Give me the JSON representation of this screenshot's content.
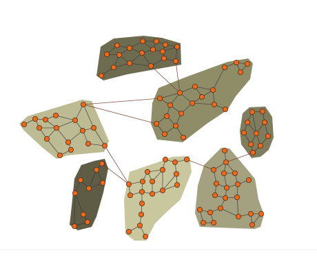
{
  "colors": {
    "background": "#ffffff",
    "node_fill": "#ec6a1e",
    "node_stroke": "#5a2a10",
    "edge": "#3a3a3a",
    "inter_edge": "#7a3b2e"
  },
  "clusters": [
    {
      "name": "cluster-top",
      "color": "#6e6c50"
    },
    {
      "name": "cluster-upper-right",
      "color": "#8f8d67"
    },
    {
      "name": "cluster-left",
      "color": "#bdbb93"
    },
    {
      "name": "cluster-far-right",
      "color": "#7f7d5d"
    },
    {
      "name": "cluster-bottom-left",
      "color": "#5e5c45"
    },
    {
      "name": "cluster-bottom-middle",
      "color": "#c8c79e"
    },
    {
      "name": "cluster-bottom-right",
      "color": "#a3a180"
    }
  ]
}
